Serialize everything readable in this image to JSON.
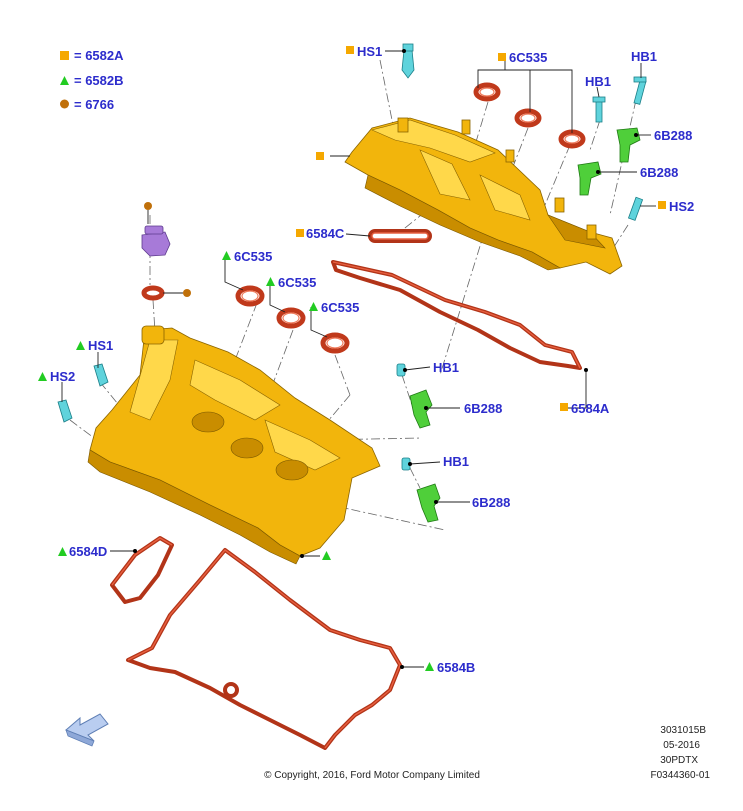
{
  "legend": [
    {
      "symbol": "square",
      "color": "#f5a800",
      "code": "6582A",
      "text": "= 6582A"
    },
    {
      "symbol": "triangle",
      "color": "#22cc22",
      "code": "6582B",
      "text": "= 6582B"
    },
    {
      "symbol": "circle",
      "color": "#c0700a",
      "code": "6766",
      "text": "= 6766"
    }
  ],
  "callouts": {
    "hs1_top": "HS1",
    "c6c535_top": "6C535",
    "hb1_top_a": "HB1",
    "hb1_top_b": "HB1",
    "b6b288_top_a": "6B288",
    "b6b288_top_b": "6B288",
    "hs2_top": "HS2",
    "c6584c": "6584C",
    "c6584a": "6584A",
    "c6c535_1": "6C535",
    "c6c535_2": "6C535",
    "c6c535_3": "6C535",
    "hs1_left": "HS1",
    "hs2_left": "HS2",
    "hb1_mid_a": "HB1",
    "b6b288_mid_a": "6B288",
    "hb1_mid_b": "HB1",
    "b6b288_mid_b": "6B288",
    "c6584d": "6584D",
    "c6584b": "6584B"
  },
  "footer": {
    "copyright": "© Copyright, 2016, Ford Motor Company Limited",
    "codes": [
      "3031015B",
      "05-2016",
      "30PDTX",
      "F0344360-01"
    ]
  }
}
